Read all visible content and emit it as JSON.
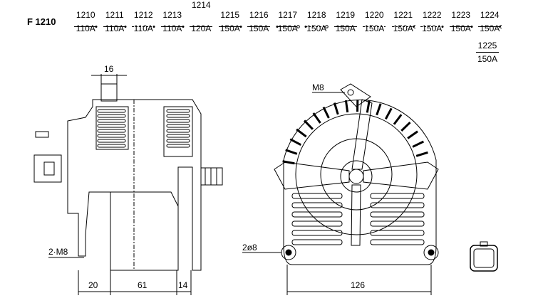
{
  "model": "F 1210",
  "variants": [
    {
      "number": "1210",
      "rating": "110A",
      "line": "solid-dot"
    },
    {
      "number": "1211",
      "rating": "110A",
      "line": "solid-dot"
    },
    {
      "number": "1212",
      "rating": "110A",
      "line": "dashed-dot"
    },
    {
      "number": "1213",
      "rating": "110A",
      "line": "solid-dot"
    },
    {
      "number": "1214",
      "rating": "120A",
      "line": "solid"
    },
    {
      "number": "1215",
      "rating": "150A",
      "line": "solid-dot"
    },
    {
      "number": "1216",
      "rating": "150A",
      "line": "solid"
    },
    {
      "number": "1217",
      "rating": "150A",
      "line": "dot-solid-circle"
    },
    {
      "number": "1218",
      "rating": "150A",
      "line": "dot-dashed-circle"
    },
    {
      "number": "1219",
      "rating": "150A",
      "line": "solid"
    },
    {
      "number": "1220",
      "rating": "150A",
      "line": "dashed"
    },
    {
      "number": "1221",
      "rating": "150A",
      "line": "dashed-chevron"
    },
    {
      "number": "1222",
      "rating": "150A",
      "line": "dashed-dot"
    },
    {
      "number": "1223",
      "rating": "150A",
      "line": "solid-dot"
    },
    {
      "number": "1224",
      "rating": "150A",
      "line": "solid-chevron"
    }
  ],
  "extra_variant": {
    "number": "1225",
    "rating": "150A"
  },
  "dimensions": {
    "pulley_width": "16",
    "mount_thread_left": "2·M8",
    "d20": "20",
    "d61": "61",
    "d14": "14",
    "top_thread": "M8",
    "holes": "2ø8",
    "d126": "126"
  }
}
